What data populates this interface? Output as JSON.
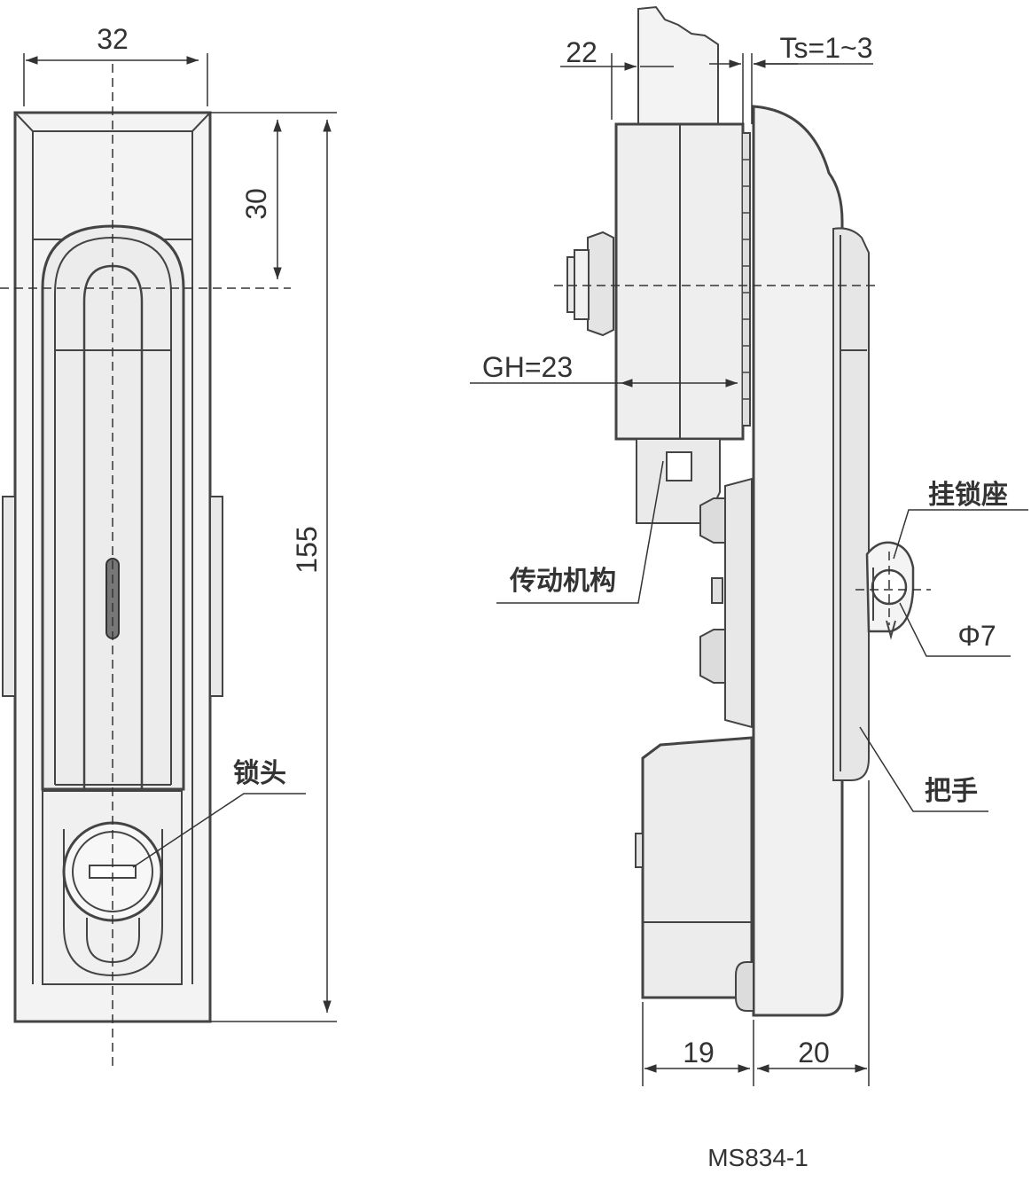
{
  "front_view": {
    "width_dim": "32",
    "height_dim": "155",
    "offset_dim": "30",
    "lock_label": "锁头"
  },
  "side_view": {
    "dim_22": "22",
    "ts_dim": "Ts=1~3",
    "gh_dim": "GH=23",
    "dim_19": "19",
    "dim_20": "20",
    "phi_dim": "Φ7",
    "drive_label": "传动机构",
    "padlock_label": "挂锁座",
    "handle_label": "把手"
  },
  "model": "MS834-1"
}
